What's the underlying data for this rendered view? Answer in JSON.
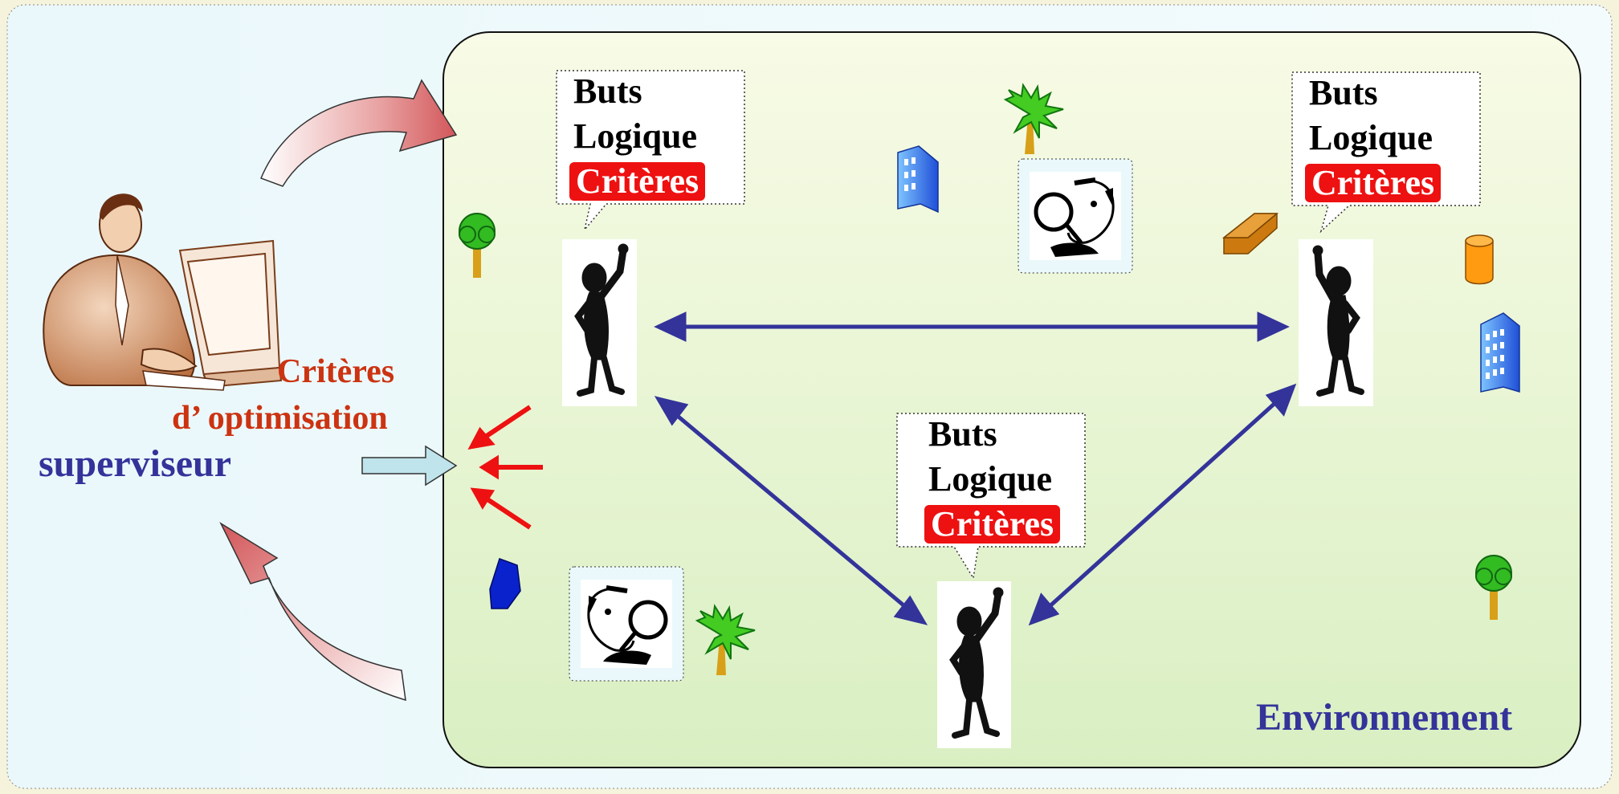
{
  "colors": {
    "outer_bg": "#eefafd",
    "env_bg_top": "#f8fbe6",
    "env_bg_bottom": "#d9efc2",
    "arrow_blue": "#33339a",
    "curved_arrow": "#d2575a",
    "criteria_red": "#ee1111",
    "criteria_text": "#cc3311",
    "supervisor_text": "#33339a"
  },
  "supervisor": {
    "label": "superviseur",
    "criteria_line1": "Critères",
    "criteria_line2": "d’ optimisation"
  },
  "environment": {
    "label": "Environnement"
  },
  "agents": [
    {
      "id": "agent-top-left",
      "goal": "Buts",
      "logic": "Logique",
      "criteria": "Critères"
    },
    {
      "id": "agent-top-right",
      "goal": "Buts",
      "logic": "Logique",
      "criteria": "Critères"
    },
    {
      "id": "agent-bottom",
      "goal": "Buts",
      "logic": "Logique",
      "criteria": "Critères"
    }
  ],
  "icons": [
    "person-at-computer-icon",
    "stick-figure-icon",
    "observer-magnifier-icon",
    "tree-icon",
    "palm-tree-icon",
    "building-icon",
    "brick-icon",
    "barrel-icon",
    "gem-icon"
  ]
}
